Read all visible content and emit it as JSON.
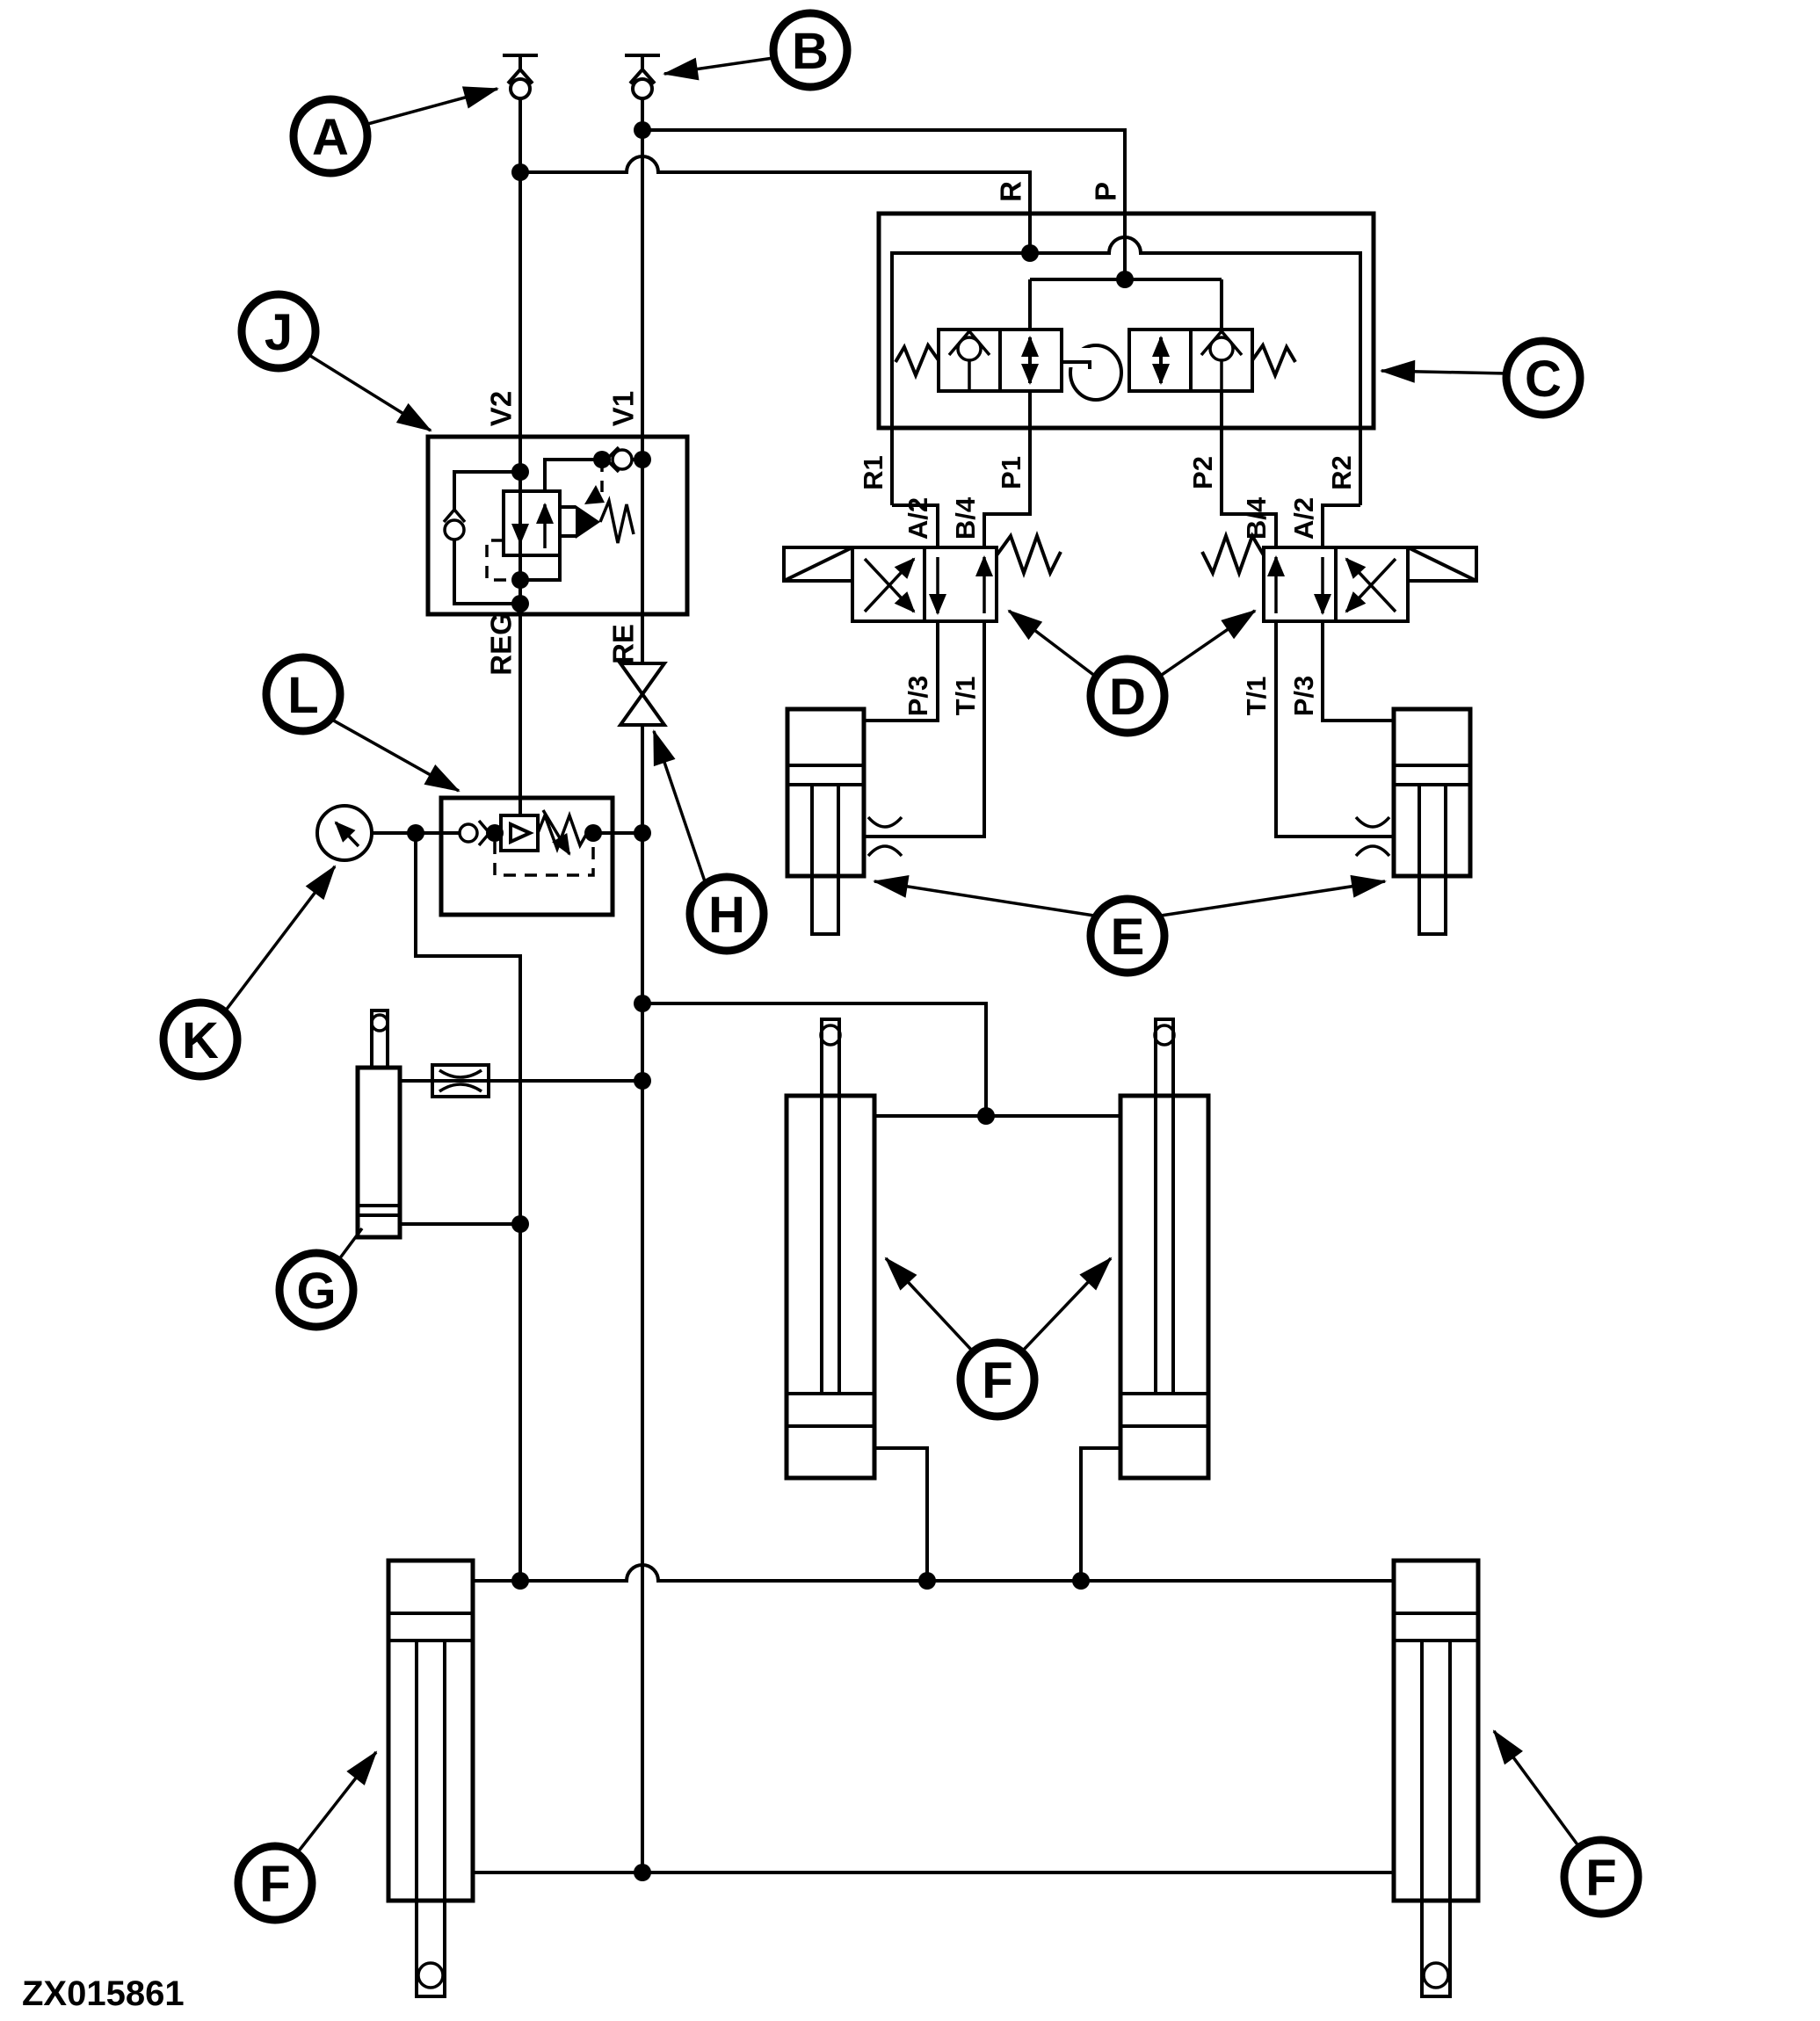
{
  "figure_code": "ZX015861",
  "callouts": {
    "a": "A",
    "b": "B",
    "c": "C",
    "d": "D",
    "e": "E",
    "f": "F",
    "g": "G",
    "h": "H",
    "j": "J",
    "k": "K",
    "l": "L"
  },
  "valve_block_c": {
    "port_r": "R",
    "port_p": "P",
    "port_r1": "R1",
    "port_p1": "P1",
    "port_p2": "P2",
    "port_r2": "R2"
  },
  "solenoid_valve_left": {
    "port_a": "A/2",
    "port_b": "B/4",
    "port_p": "P/3",
    "port_t": "T/1"
  },
  "solenoid_valve_right": {
    "port_b": "B/4",
    "port_a": "A/2",
    "port_t": "T/1",
    "port_p": "P/3"
  },
  "regulator_j": {
    "port_v2": "V2",
    "port_v1": "V1",
    "port_reg": "REG",
    "port_re": "RE"
  }
}
